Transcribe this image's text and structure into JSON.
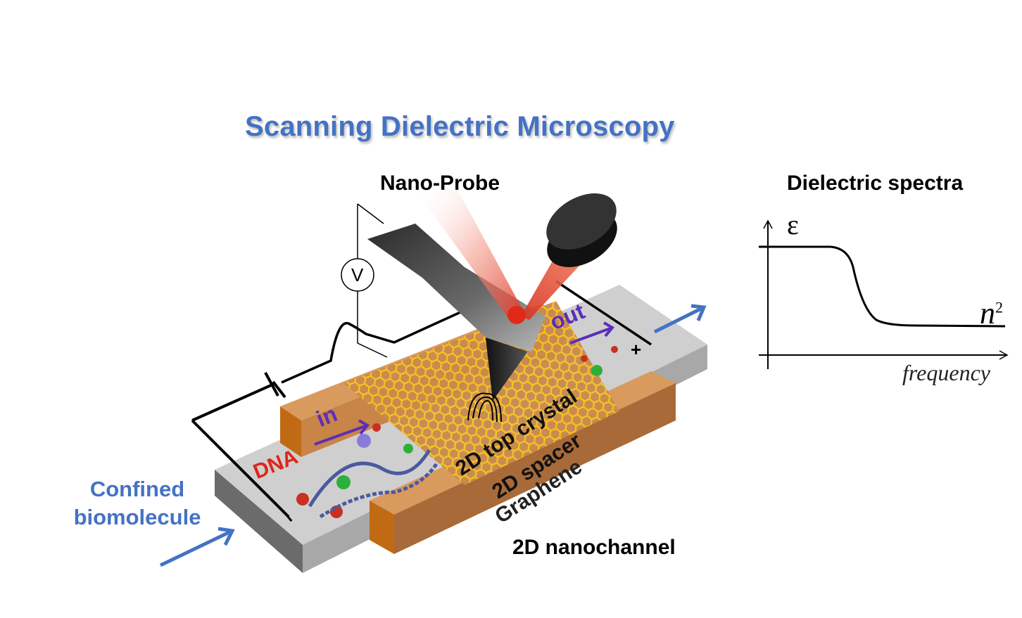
{
  "title": "Scanning Dielectric Microscopy",
  "labels": {
    "nano_probe": "Nano-Probe",
    "dielectric_spectra": "Dielectric spectra",
    "nanochannel": "2D nanochannel",
    "confined_line1": "Confined",
    "confined_line2": "biomolecule",
    "dna": "DNA",
    "in": "in",
    "out": "out",
    "top_crystal": "2D top crystal",
    "spacer": "2D spacer",
    "graphene": "Graphene",
    "voltmeter": "V",
    "plus": "+",
    "minus": "−"
  },
  "spectra": {
    "y_symbol": "ε",
    "high_freq_symbol": "n",
    "high_freq_exponent": "2",
    "x_label": "frequency"
  },
  "colors": {
    "title_blue": "#4472c4",
    "arrow_blue": "#4472c4",
    "flow_purple": "#5b2fb8",
    "dna_red": "#e0251b",
    "spacer_orange": "#d38c4e",
    "crystal_yellow": "#f6c320",
    "substrate_gray": "#c8c8c8",
    "laser_red": "#e03020"
  }
}
